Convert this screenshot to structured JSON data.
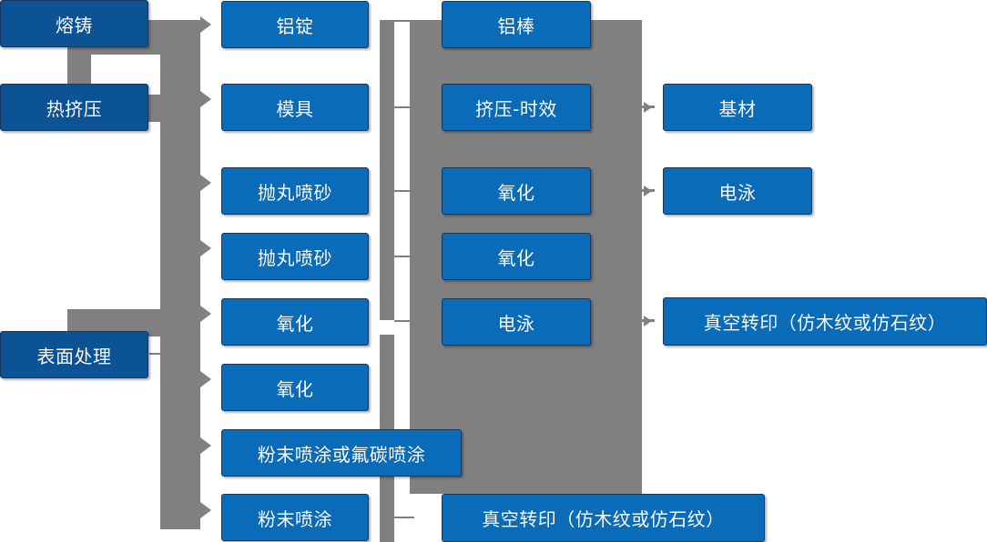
{
  "diagram": {
    "type": "flowchart",
    "title": "",
    "colors": {
      "stage_box": "#0B5394",
      "process_box": "#0A6CB8",
      "connector": "#808080",
      "box_border": "#17375E",
      "background": "#ffffff",
      "text": "#ffffff"
    },
    "columns": {
      "stage": {
        "name": "stage-column",
        "items": [
          {
            "id": "stage-casting",
            "label": "熔铸"
          },
          {
            "id": "stage-extrude",
            "label": "热挤压"
          },
          {
            "id": "stage-surface",
            "label": "表面处理"
          }
        ]
      },
      "process": {
        "name": "process-column",
        "items": [
          {
            "id": "proc-ingot",
            "label": "铝锭"
          },
          {
            "id": "proc-mold",
            "label": "模具"
          },
          {
            "id": "proc-shotblast-1",
            "label": "抛丸喷砂"
          },
          {
            "id": "proc-shotblast-2",
            "label": "抛丸喷砂"
          },
          {
            "id": "proc-oxidation-1",
            "label": "氧化"
          },
          {
            "id": "proc-oxidation-2",
            "label": "氧化"
          },
          {
            "id": "proc-powder-fluoro",
            "label": "粉末喷涂或氟碳喷涂"
          },
          {
            "id": "proc-powder",
            "label": "粉末喷涂"
          }
        ]
      },
      "treatment": {
        "name": "treatment-column",
        "items": [
          {
            "id": "treat-bar",
            "label": "铝棒"
          },
          {
            "id": "treat-extrude-age",
            "label": "挤压-时效"
          },
          {
            "id": "treat-oxidation-1",
            "label": "氧化"
          },
          {
            "id": "treat-oxidation-2",
            "label": "氧化"
          },
          {
            "id": "treat-electro",
            "label": "电泳"
          },
          {
            "id": "treat-vacuum",
            "label": "真空转印（仿木纹或仿石纹）"
          }
        ]
      },
      "output": {
        "name": "output-column",
        "items": [
          {
            "id": "out-substrate",
            "label": "基材"
          },
          {
            "id": "out-electro",
            "label": "电泳"
          },
          {
            "id": "out-vacuum",
            "label": "真空转印（仿木纹或仿石纹）"
          }
        ]
      }
    }
  }
}
